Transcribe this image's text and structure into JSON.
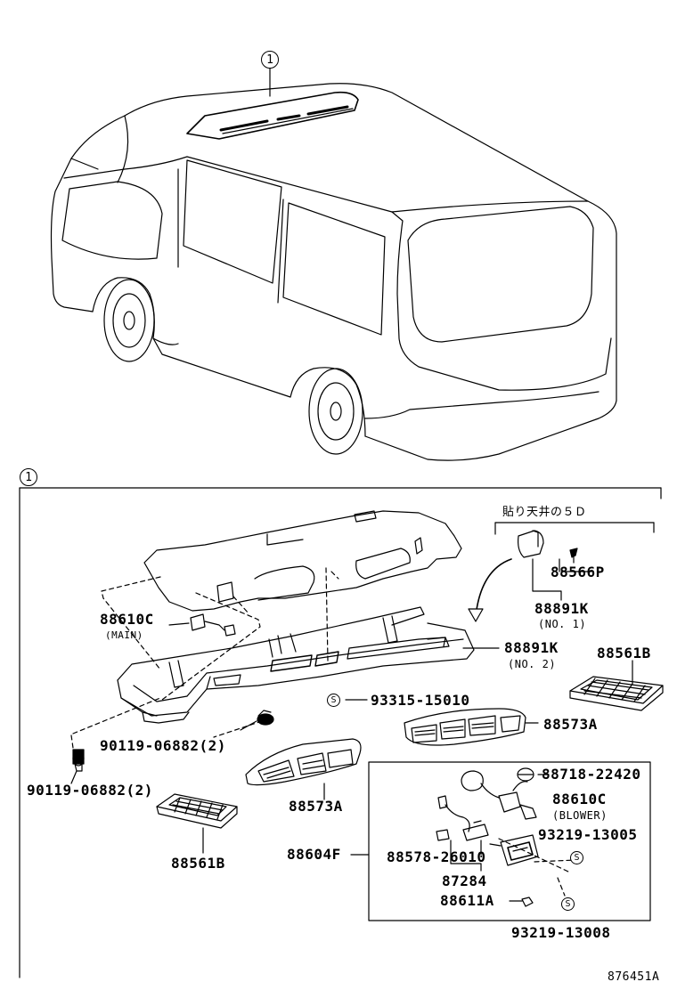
{
  "callout": {
    "ref": "1",
    "section_ref": "1"
  },
  "note_jp": "貼り天井の５Ｄ",
  "symbol_s": "S",
  "parts": {
    "p88566P": "88566P",
    "p88891K_1": "88891K",
    "p88891K_1_sub": "(NO. 1)",
    "p88891K_2": "88891K",
    "p88891K_2_sub": "(NO. 2)",
    "p88561B_r": "88561B",
    "p88610C_main": "88610C",
    "p88610C_main_sub": "(MAIN)",
    "p93315": "93315-15010",
    "p88573A_r": "88573A",
    "p90119_a": "90119-06882(2)",
    "p90119_b": "90119-06882(2)",
    "p88573A_l": "88573A",
    "p88561B_l": "88561B",
    "p88604F": "88604F",
    "p88718": "88718-22420",
    "p88610C_blower": "88610C",
    "p88610C_blower_sub": "(BLOWER)",
    "p93219_13005": "93219-13005",
    "p88578": "88578-26010",
    "p87284": "87284",
    "p88611A": "88611A",
    "p93219_13008": "93219-13008"
  },
  "figure_id": "876451A"
}
